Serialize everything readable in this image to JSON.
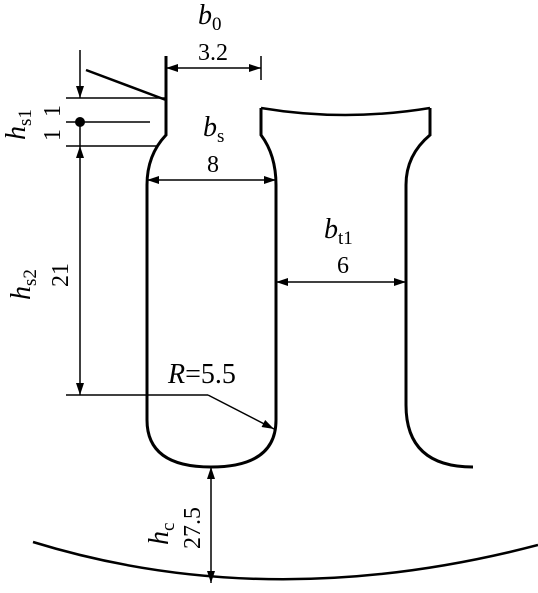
{
  "labels": {
    "b0_sym": "b",
    "b0_sub": "0",
    "b0_val": "3.2",
    "bs_sym": "b",
    "bs_sub": "s",
    "bs_val": "8",
    "bt1_sym": "b",
    "bt1_sub": "t1",
    "bt1_val": "6",
    "hs1_sym": "h",
    "hs1_sub": "s1",
    "hs1_val_a": "1",
    "hs1_val_b": "1",
    "hs2_sym": "h",
    "hs2_sub": "s2",
    "hs2_val": "21",
    "r_sym": "R",
    "r_val": "=5.5",
    "hc_sym": "h",
    "hc_sub": "c",
    "hc_val": "27.5"
  }
}
